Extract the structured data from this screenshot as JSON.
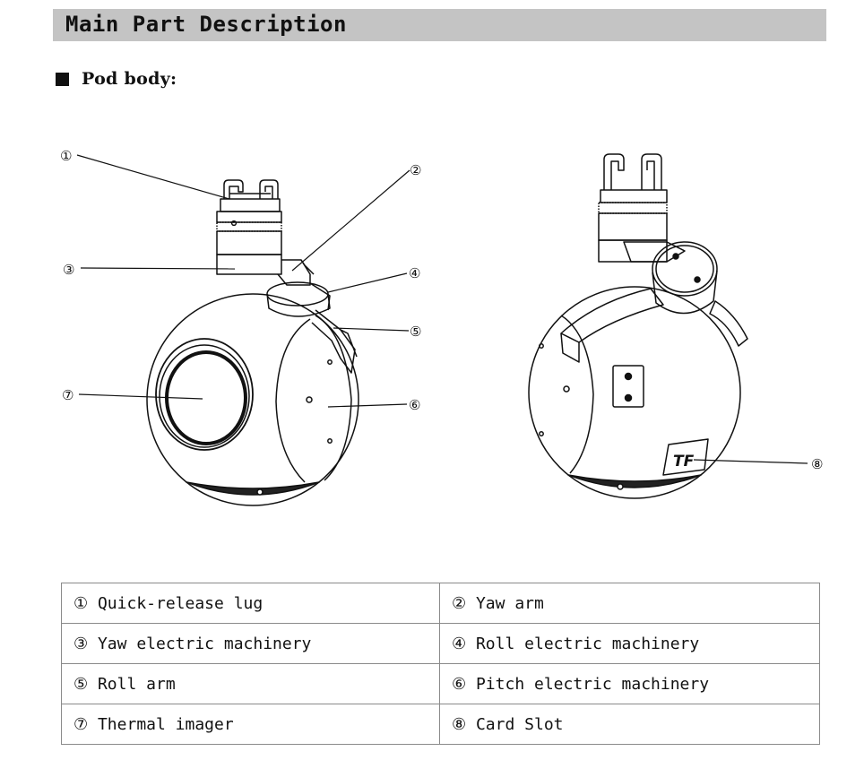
{
  "header": {
    "title": "Main Part Description"
  },
  "section": {
    "label": "Pod body:"
  },
  "callouts": {
    "c1": "①",
    "c2": "②",
    "c3": "③",
    "c4": "④",
    "c5": "⑤",
    "c6": "⑥",
    "c7": "⑦",
    "c8": "⑧"
  },
  "device_text": {
    "card_slot_mark": "TF"
  },
  "parts": [
    {
      "left": "① Quick-release lug",
      "right": "② Yaw arm"
    },
    {
      "left": "③ Yaw electric machinery",
      "right": "④ Roll electric machinery"
    },
    {
      "left": "⑤ Roll arm",
      "right": "⑥ Pitch electric machinery"
    },
    {
      "left": "⑦ Thermal imager",
      "right": "⑧ Card Slot"
    }
  ]
}
